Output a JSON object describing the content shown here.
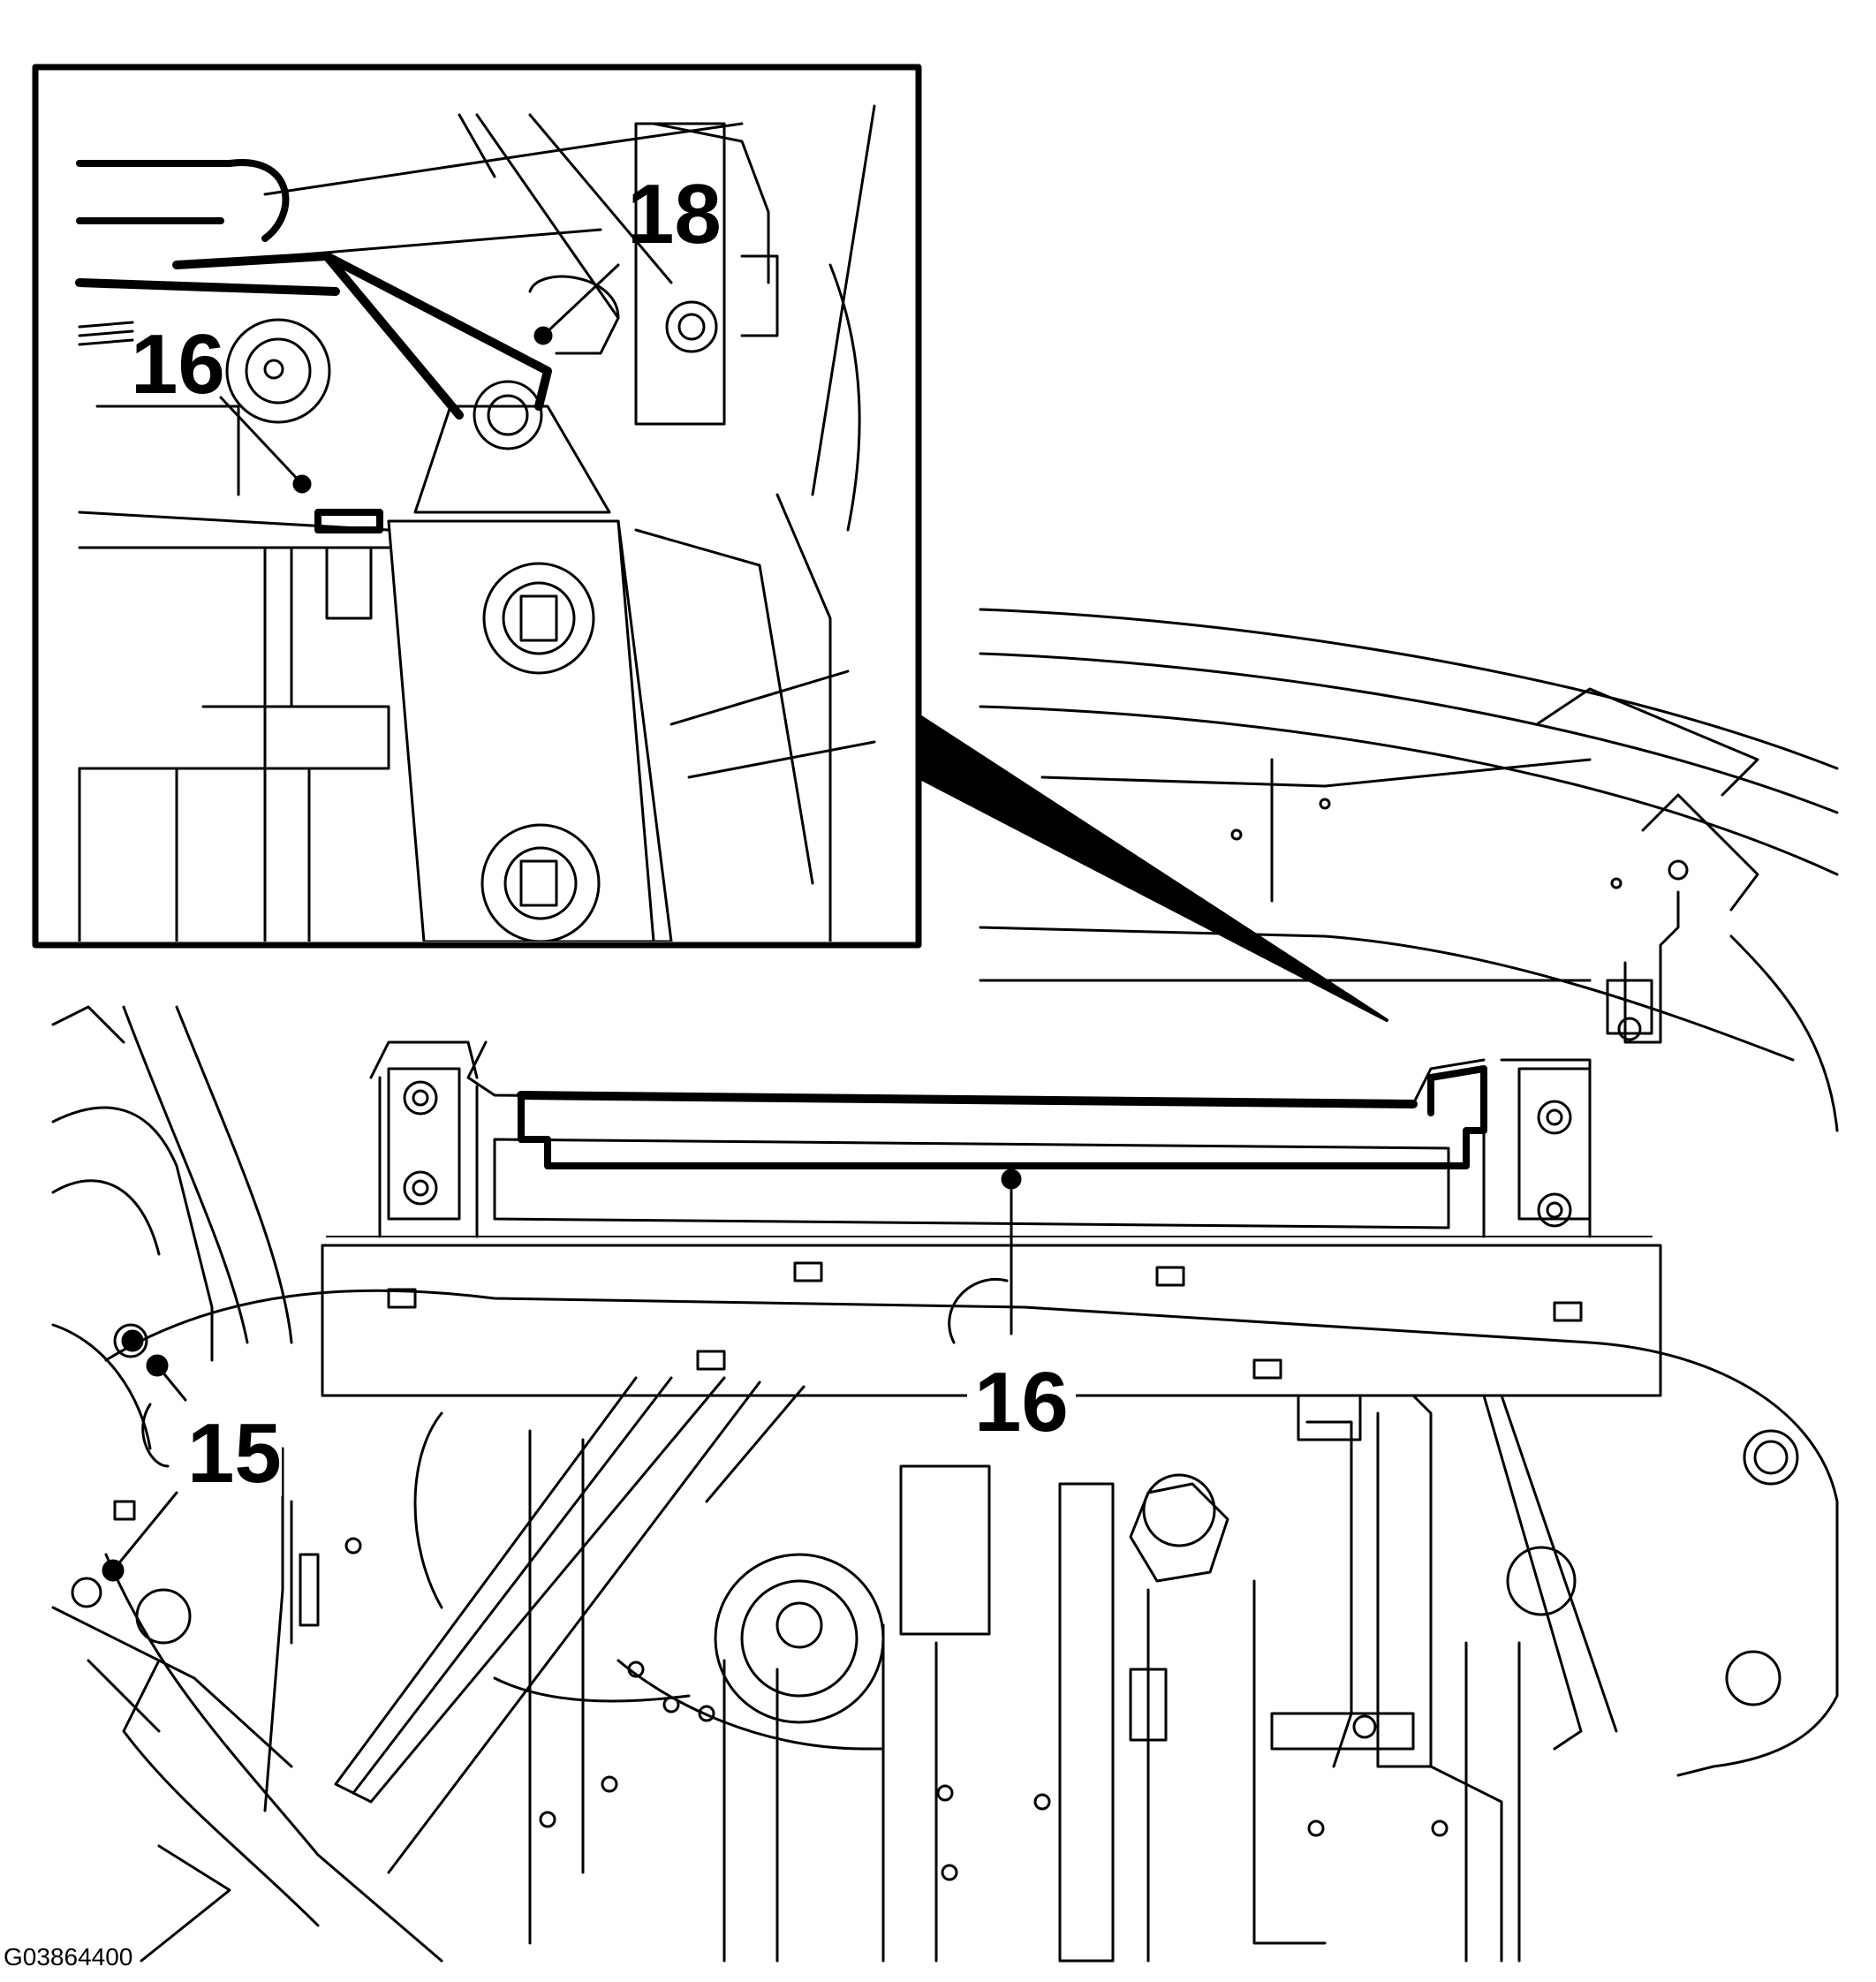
{
  "callouts": {
    "inset_18": "18",
    "inset_16": "16",
    "main_16": "16",
    "main_15": "15"
  },
  "figure_id": "G03864400",
  "colors": {
    "line": "#000000",
    "background": "#ffffff"
  }
}
